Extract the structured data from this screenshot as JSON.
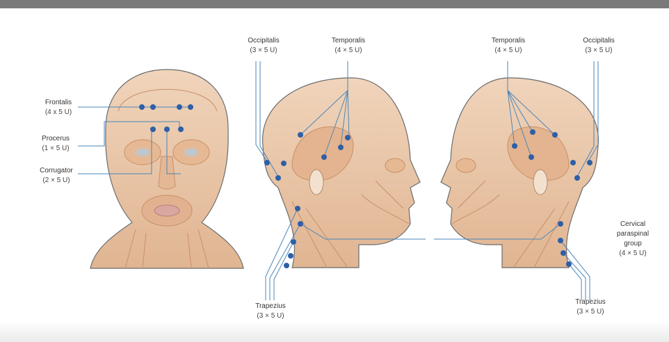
{
  "labels": {
    "frontalis": {
      "name": "Frontalis",
      "dose": "(4 x 5 U)"
    },
    "procerus": {
      "name": "Procerus",
      "dose": "(1 × 5 U)"
    },
    "corrugator": {
      "name": "Corrugator",
      "dose": "(2 × 5 U)"
    },
    "occipitalis_left": {
      "name": "Occipitalis",
      "dose": "(3 × 5 U)"
    },
    "temporalis_left": {
      "name": "Temporalis",
      "dose": "(4 × 5 U)"
    },
    "temporalis_right": {
      "name": "Temporalis",
      "dose": "(4 × 5 U)"
    },
    "occipitalis_right": {
      "name": "Occipitalis",
      "dose": "(3 × 5 U)"
    },
    "trapezius_left": {
      "name": "Trapezius",
      "dose": "(3 × 5 U)"
    },
    "trapezius_right": {
      "name": "Trapezius",
      "dose": "(3 × 5 U)"
    },
    "cervical": {
      "line1": "Cervical",
      "line2": "paraspinal",
      "line3": "group",
      "dose": "(4 × 5 U)"
    }
  },
  "colors": {
    "muscle": "#e8c2a0",
    "muscle_dark": "#d9a57c",
    "outline": "#6b6b6b",
    "leader_line": "#4a86b8",
    "injection_point": "#2e5fa8"
  }
}
